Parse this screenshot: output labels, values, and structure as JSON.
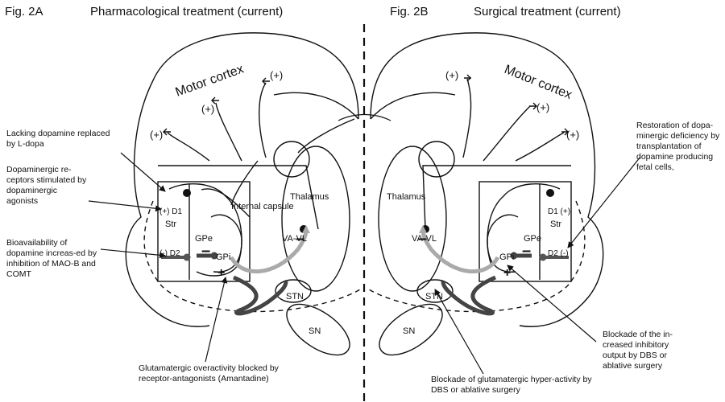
{
  "left": {
    "fig_label": "Fig. 2A",
    "title": "Pharmacological treatment (current)",
    "annotations": [
      "Lacking dopamine replaced by L-dopa",
      "Dopaminergic re-ceptors stimulated by dopaminergic agonists",
      "Bioavailability of dopamine increas-ed by inhibition of MAO-B and COMT",
      "Glutamatergic overactivity blocked by receptor-antagonists (Amantadine)"
    ]
  },
  "right": {
    "fig_label": "Fig. 2B",
    "title": "Surgical treatment (current)",
    "annotations": [
      "Restoration of dopa-minergic deficiency by transplantation of dopamine producing fetal cells,",
      "Blockade of the in-creased inhibitory output by DBS or ablative surgery",
      "Blockade of glutamatergic hyper-activity by DBS or ablative surgery"
    ]
  },
  "structures": {
    "motor_cortex": "Motor cortex",
    "thalamus": "Thalamus",
    "internal_capsule": "Internal capsule",
    "va_vl": "VA-VL",
    "gpi": "GPi",
    "gpe": "GPe",
    "str": "Str",
    "stn": "STN",
    "sn": "SN",
    "d1_left": "(+) D1",
    "d2_left": "(-) D2",
    "d1_right": "D1 (+)",
    "d2_right": "D2 (-)"
  },
  "signs": {
    "plus": "(+)",
    "minus": "–",
    "plus_sym": "+"
  }
}
